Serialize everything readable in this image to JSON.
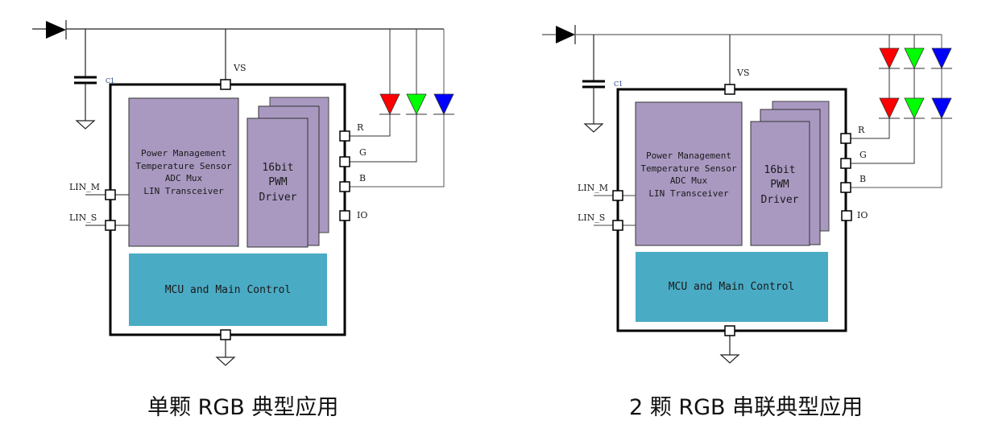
{
  "colors": {
    "block_purple": "#a999c1",
    "mcu_teal": "#4aabc5",
    "led_red": "#ff0000",
    "led_green": "#00ff00",
    "led_blue": "#0000ff",
    "wire": "#333333"
  },
  "left": {
    "title": "单颗 RGB 典型应用",
    "cap_label": "C1",
    "vs_label": "VS",
    "pm_lines": [
      "Power Management",
      "Temperature Sensor",
      "ADC Mux",
      "LIN Transceiver"
    ],
    "pwm_lines": [
      "16bit",
      "PWM",
      "Driver"
    ],
    "mcu_label": "MCU and Main Control",
    "pins_left": [
      "LIN_M",
      "LIN_S"
    ],
    "pins_right": [
      "R",
      "G",
      "B",
      "IO"
    ],
    "led_rows": 1
  },
  "right": {
    "title": "2 颗 RGB 串联典型应用",
    "cap_label": "C1",
    "vs_label": "VS",
    "pm_lines": [
      "Power Management",
      "Temperature Sensor",
      "ADC Mux",
      "LIN Transceiver"
    ],
    "pwm_lines": [
      "16bit",
      "PWM",
      "Driver"
    ],
    "mcu_label": "MCU and Main Control",
    "pins_left": [
      "LIN_M",
      "LIN_S"
    ],
    "pins_right": [
      "R",
      "G",
      "B",
      "IO"
    ],
    "led_rows": 2
  }
}
